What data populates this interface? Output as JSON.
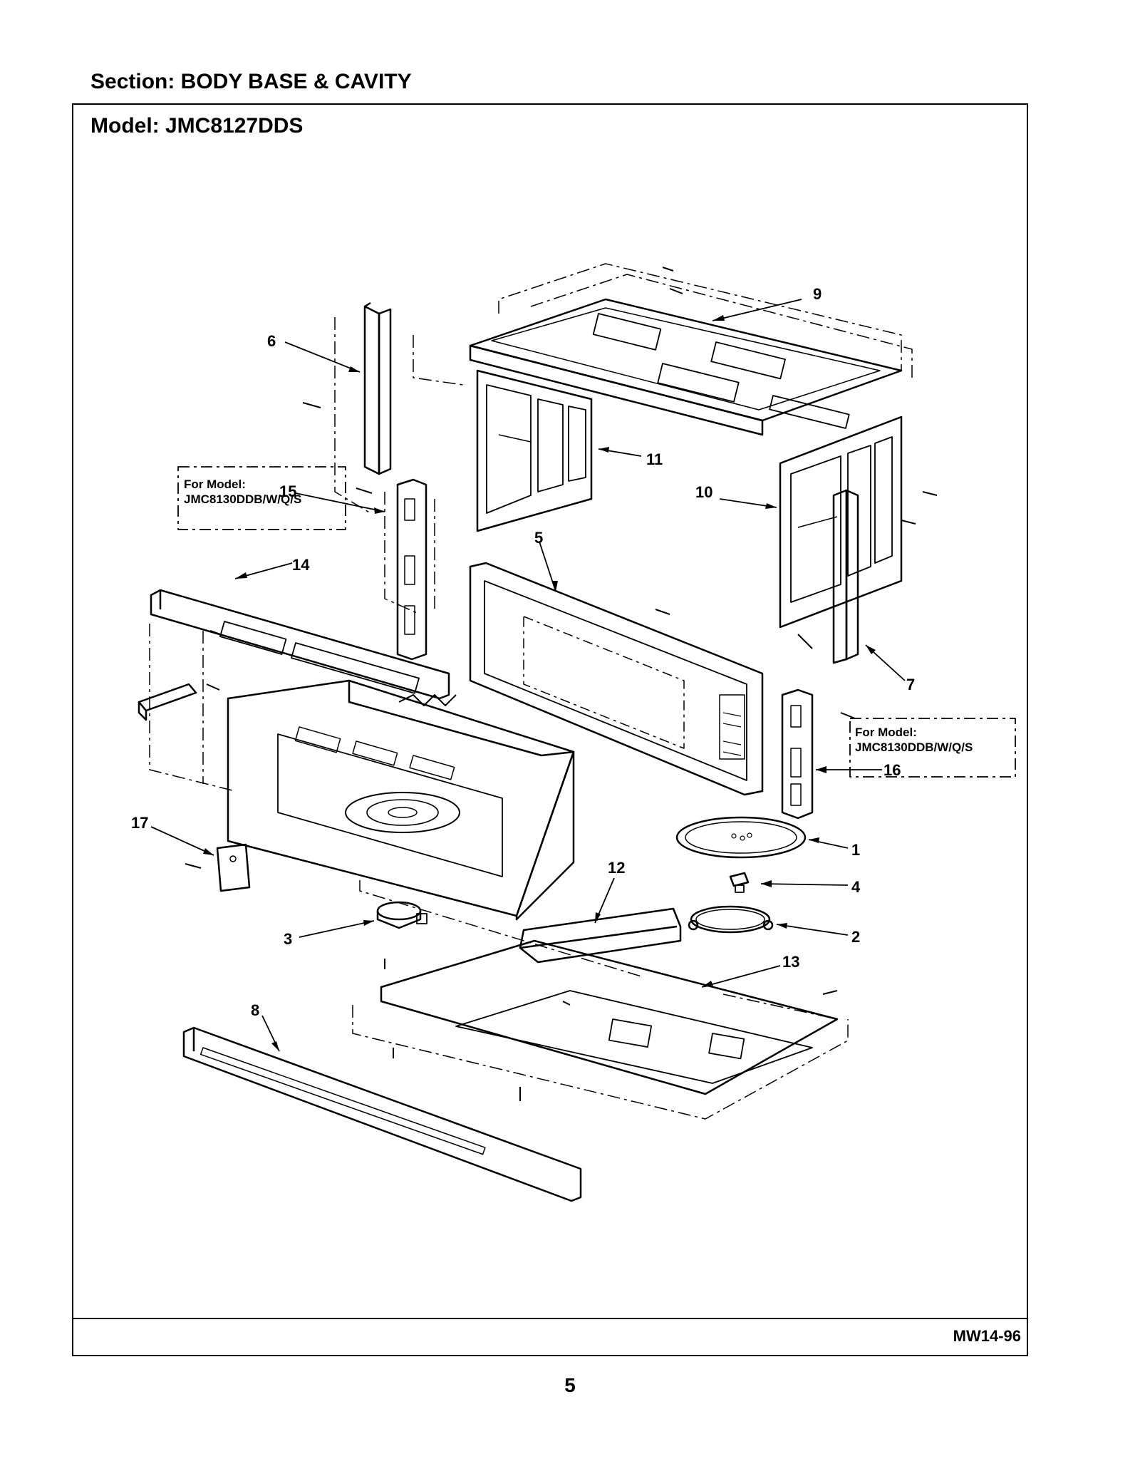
{
  "header": {
    "section_title": "Section:  BODY BASE & CAVITY",
    "model_title": "Model:  JMC8127DDS"
  },
  "diagram": {
    "callouts": [
      {
        "id": "1",
        "label": "1"
      },
      {
        "id": "2",
        "label": "2"
      },
      {
        "id": "3",
        "label": "3"
      },
      {
        "id": "4",
        "label": "4"
      },
      {
        "id": "5",
        "label": "5"
      },
      {
        "id": "6",
        "label": "6"
      },
      {
        "id": "7",
        "label": "7"
      },
      {
        "id": "8",
        "label": "8"
      },
      {
        "id": "9",
        "label": "9"
      },
      {
        "id": "10",
        "label": "10"
      },
      {
        "id": "11",
        "label": "11"
      },
      {
        "id": "12",
        "label": "12"
      },
      {
        "id": "13",
        "label": "13"
      },
      {
        "id": "14",
        "label": "14"
      },
      {
        "id": "15",
        "label": "15"
      },
      {
        "id": "16",
        "label": "16"
      },
      {
        "id": "17",
        "label": "17"
      }
    ],
    "model_notes": [
      {
        "line1": "For Model:",
        "line2": "JMC8130DDB/W/Q/S"
      },
      {
        "line1": "For Model:",
        "line2": "JMC8130DDB/W/Q/S"
      }
    ]
  },
  "footer": {
    "doc_code": "MW14-96",
    "page_number": "5"
  }
}
